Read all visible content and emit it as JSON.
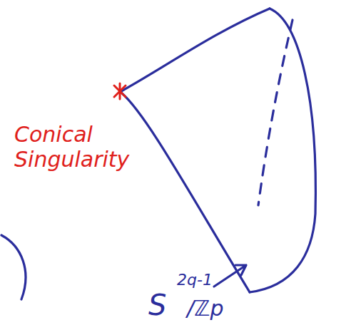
{
  "diagram": {
    "labels": [
      "Conical Singularity",
      "S",
      "2q-1",
      "/ℤp"
    ]
  }
}
